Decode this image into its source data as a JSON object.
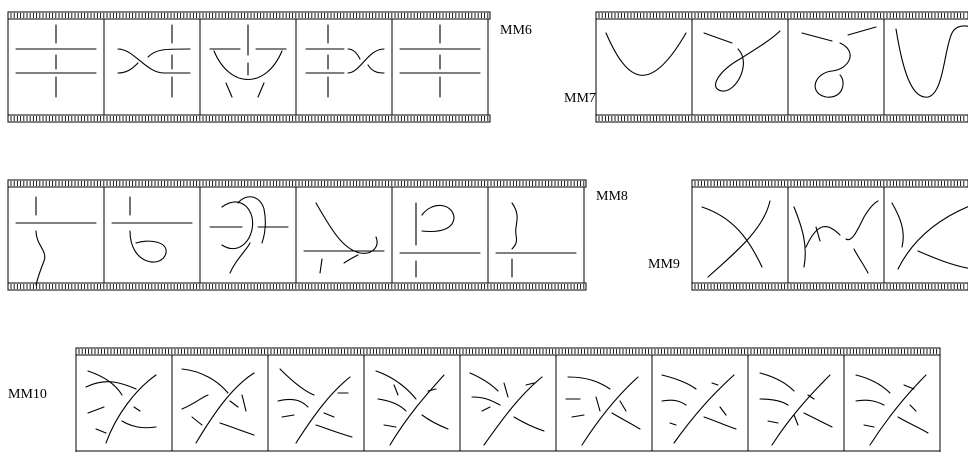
{
  "figure": {
    "moves": [
      {
        "id": "mm6",
        "label": "MM6",
        "frames": 5
      },
      {
        "id": "mm7",
        "label": "MM7",
        "frames": 4
      },
      {
        "id": "mm8",
        "label": "MM8",
        "frames": 6
      },
      {
        "id": "mm9",
        "label": "MM9",
        "frames": 3
      },
      {
        "id": "mm10",
        "label": "MM10",
        "frames": 9
      }
    ]
  }
}
